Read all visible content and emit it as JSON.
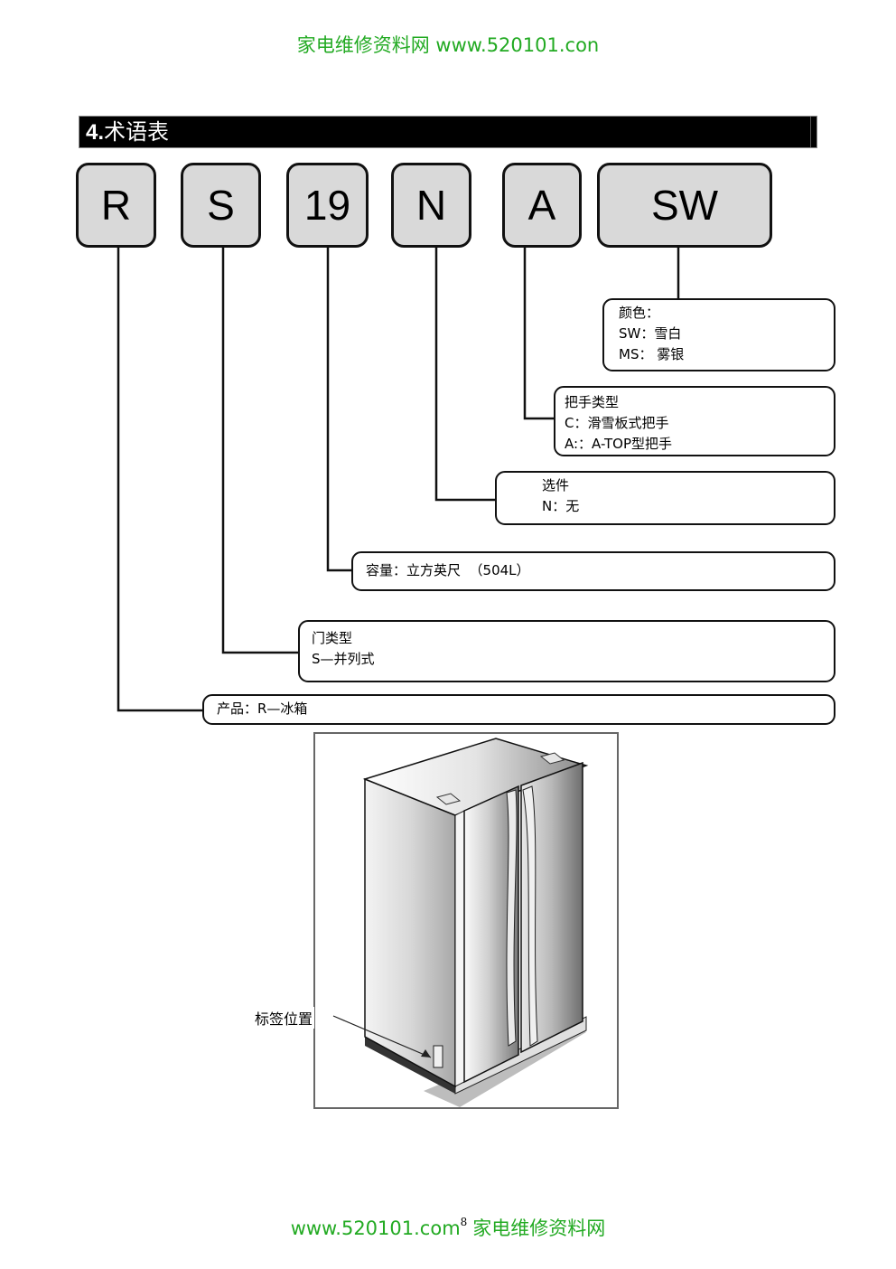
{
  "watermark": {
    "top": "家电维修资料网  www.520101.con",
    "bottom_site": "www.520101.com",
    "page_number": "8",
    "bottom_name": "家电维修资料网"
  },
  "section": {
    "number": "4.",
    "title": "术语表"
  },
  "model_codes": [
    {
      "code": "R"
    },
    {
      "code": "S"
    },
    {
      "code": "19"
    },
    {
      "code": "N"
    },
    {
      "code": "A"
    },
    {
      "code": "SW"
    }
  ],
  "descriptions": {
    "color": {
      "lines": [
        "颜色：",
        "SW：雪白",
        "MS： 雾银"
      ]
    },
    "handle": {
      "lines": [
        "把手类型",
        "C：滑雪板式把手",
        "A:：A-TOP型把手"
      ]
    },
    "option": {
      "lines": [
        "选件",
        "N：无"
      ]
    },
    "capacity": {
      "lines": [
        "容量：立方英尺  （504L）"
      ]
    },
    "door": {
      "lines": [
        "门类型",
        "S—并列式"
      ]
    },
    "product": {
      "lines": [
        "产品：R—冰箱"
      ]
    }
  },
  "figure": {
    "label": "标签位置",
    "subject": "side-by-side refrigerator illustration"
  }
}
